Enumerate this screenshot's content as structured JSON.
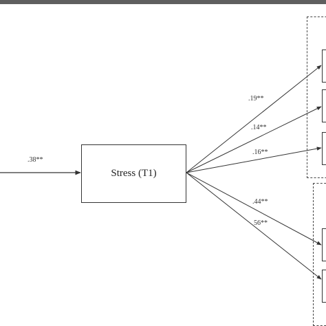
{
  "diagram": {
    "central_node": {
      "label": "Stress (T1)"
    },
    "incoming_path": {
      "coefficient": ".38**"
    },
    "upper_paths": [
      {
        "coefficient": ".19**"
      },
      {
        "coefficient": ".14**"
      },
      {
        "coefficient": ".16**"
      }
    ],
    "lower_paths": [
      {
        "coefficient": ".44**"
      },
      {
        "coefficient": "56**"
      }
    ]
  }
}
